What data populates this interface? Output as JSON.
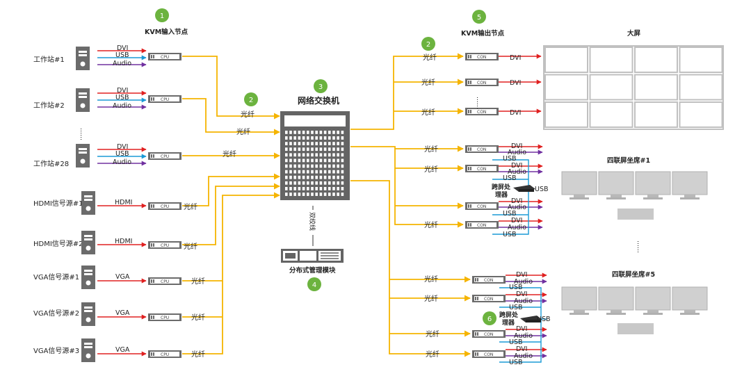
{
  "badges": {
    "n1": "1",
    "n2a": "2",
    "n2b": "2",
    "n3": "3",
    "n4": "4",
    "n5": "5",
    "n6": "6"
  },
  "titles": {
    "kvm_input": "KVM输入节点",
    "kvm_output": "KVM输出节点",
    "network_switch": "网络交换机",
    "management_module": "分布式管理模块",
    "big_screen": "大屏",
    "seat1": "四联屏坐席#1",
    "seat5": "四联屏坐席#5",
    "twisted_pair": "双绞线",
    "cross_screen": "跨屏处理器"
  },
  "sources": {
    "ws1": "工作站#1",
    "ws2": "工作站#2",
    "ws28": "工作站#28",
    "hdmi1": "HDMI信号源#1",
    "hdmi2": "HDMI信号源#2",
    "vga1": "VGA信号源#1",
    "vga2": "VGA信号源#2",
    "vga3": "VGA信号源#3"
  },
  "signals": {
    "dvi": "DVI",
    "usb": "USB",
    "audio": "Audio",
    "hdmi": "HDMI",
    "vga": "VGA",
    "fiber": "光纤"
  },
  "box_labels": {
    "cpu": "CPU",
    "con": "CON"
  },
  "ellipsis": {
    "h": "……",
    "v": "⋮"
  },
  "colors": {
    "fiber": "#f5b400",
    "dvi": "#e02020",
    "usb": "#1a9ad6",
    "audio": "#7030a0",
    "badge": "#6cb33f",
    "device": "#666666",
    "monitor": "#c8c8c8"
  }
}
